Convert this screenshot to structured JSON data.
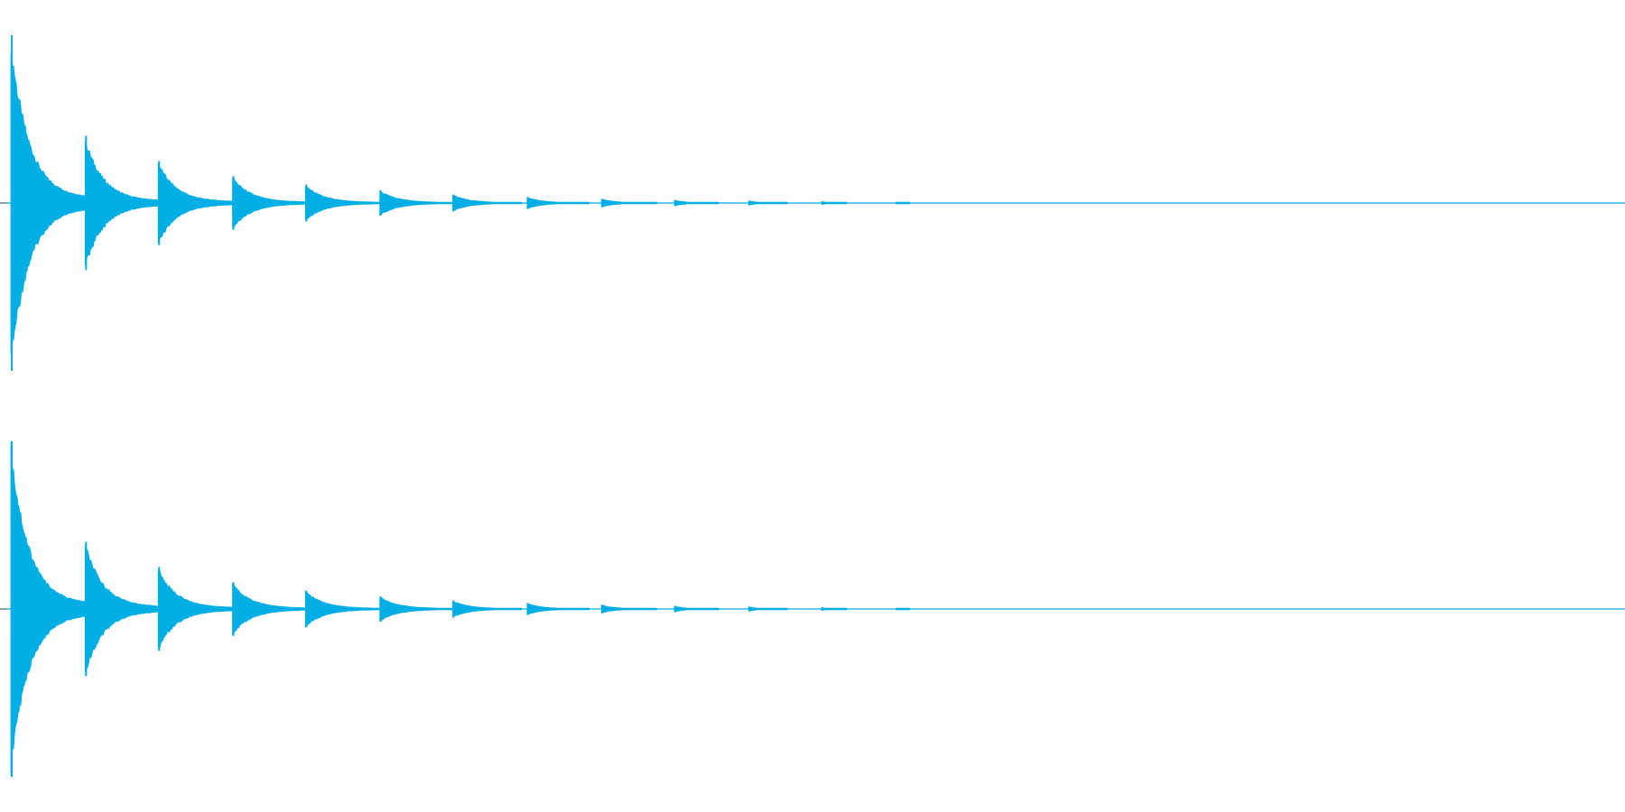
{
  "colors": {
    "background": "#ffffff",
    "waveform": "#00aee6"
  },
  "chart_data": {
    "type": "area",
    "description_kind": "stereo audio waveform",
    "channels": [
      {
        "bursts": [
          {
            "t": 0.0,
            "amplitude": 1.0,
            "duration": 0.055
          },
          {
            "t": 0.054,
            "amplitude": 0.4,
            "duration": 0.055
          },
          {
            "t": 0.107,
            "amplitude": 0.25,
            "duration": 0.055
          },
          {
            "t": 0.161,
            "amplitude": 0.16,
            "duration": 0.055
          },
          {
            "t": 0.214,
            "amplitude": 0.11,
            "duration": 0.055
          },
          {
            "t": 0.268,
            "amplitude": 0.075,
            "duration": 0.055
          },
          {
            "t": 0.321,
            "amplitude": 0.05,
            "duration": 0.05
          },
          {
            "t": 0.375,
            "amplitude": 0.035,
            "duration": 0.045
          },
          {
            "t": 0.429,
            "amplitude": 0.025,
            "duration": 0.04
          },
          {
            "t": 0.482,
            "amplitude": 0.018,
            "duration": 0.032
          },
          {
            "t": 0.536,
            "amplitude": 0.013,
            "duration": 0.028
          },
          {
            "t": 0.589,
            "amplitude": 0.009,
            "duration": 0.018
          },
          {
            "t": 0.643,
            "amplitude": 0.006,
            "duration": 0.01
          }
        ]
      },
      {
        "bursts": [
          {
            "t": 0.0,
            "amplitude": 1.0,
            "duration": 0.055
          },
          {
            "t": 0.054,
            "amplitude": 0.4,
            "duration": 0.055
          },
          {
            "t": 0.107,
            "amplitude": 0.25,
            "duration": 0.055
          },
          {
            "t": 0.161,
            "amplitude": 0.16,
            "duration": 0.055
          },
          {
            "t": 0.214,
            "amplitude": 0.11,
            "duration": 0.055
          },
          {
            "t": 0.268,
            "amplitude": 0.075,
            "duration": 0.055
          },
          {
            "t": 0.321,
            "amplitude": 0.05,
            "duration": 0.05
          },
          {
            "t": 0.375,
            "amplitude": 0.035,
            "duration": 0.045
          },
          {
            "t": 0.429,
            "amplitude": 0.025,
            "duration": 0.04
          },
          {
            "t": 0.482,
            "amplitude": 0.018,
            "duration": 0.032
          },
          {
            "t": 0.536,
            "amplitude": 0.013,
            "duration": 0.028
          },
          {
            "t": 0.589,
            "amplitude": 0.009,
            "duration": 0.018
          },
          {
            "t": 0.643,
            "amplitude": 0.006,
            "duration": 0.01
          }
        ]
      }
    ],
    "xlim": [
      0,
      1
    ],
    "ylim": [
      -1,
      1
    ],
    "grid": false,
    "title": "",
    "xlabel": "",
    "ylabel": ""
  }
}
